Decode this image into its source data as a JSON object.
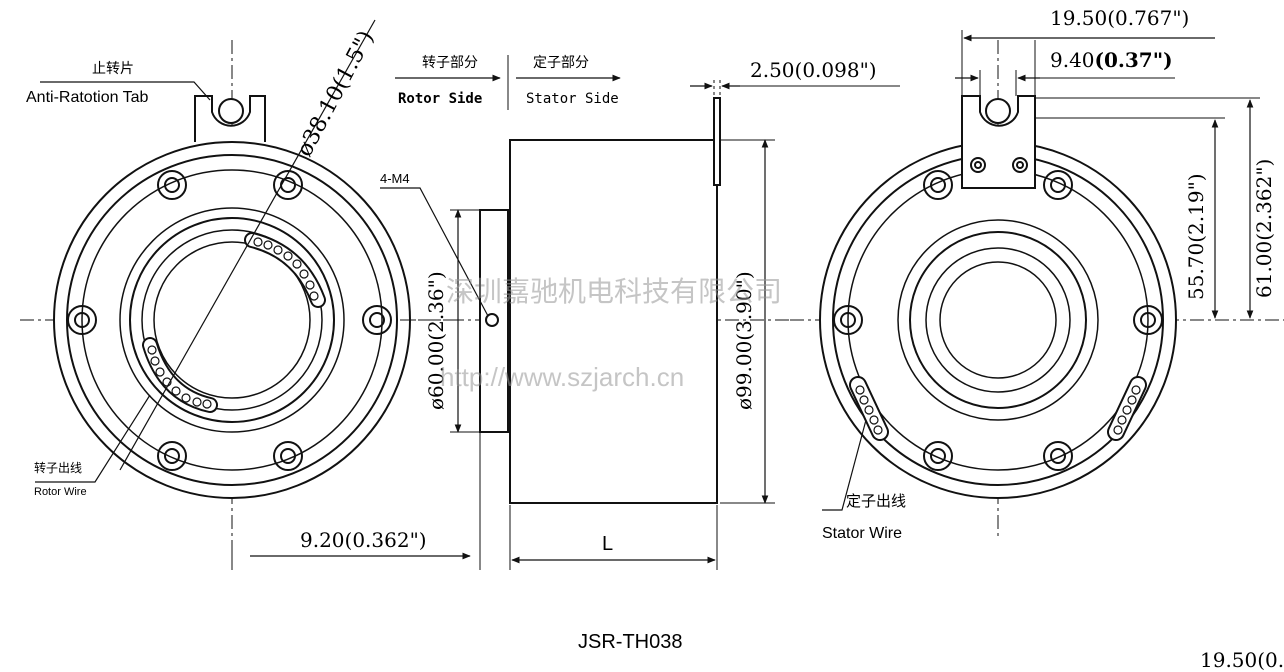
{
  "drawing": {
    "model": "JSR-TH038",
    "watermark_company": "深圳嘉驰机电科技有限公司",
    "watermark_url": "http://www.szjarch.cn"
  },
  "labels": {
    "anti_rotation_tab_cn": "止转片",
    "anti_rotation_tab_en": "Anti-Ratotion Tab",
    "rotor_side_cn": "转子部分",
    "stator_side_cn": "定子部分",
    "rotor_side_en": "Rotor  Side",
    "stator_side_en": "Stator  Side",
    "rotor_wire_cn": "转子出线",
    "rotor_wire_en": "Rotor  Wire",
    "stator_wire_cn": "定子出线",
    "stator_wire_en": "Stator  Wire",
    "thread": "4-M4",
    "length": "L"
  },
  "dimensions": {
    "bore": "ø38.10(1.5\")",
    "tab_thickness": "2.50(0.098\")",
    "flange_od": "ø60.00(2.36\")",
    "body_od": "ø99.00(3.90\")",
    "flange_width": "9.20(0.362\")",
    "tab_width": "19.50(0.767\")",
    "tab_slot": "9.40",
    "tab_slot_in": "(0.37\")",
    "center_to_tab": "55.70(2.19\")",
    "center_to_tab_top": "61.00(2.362\")",
    "cut_off_dim": "19.50(0."
  },
  "colors": {
    "line": "#111111",
    "fill": "#ffffff",
    "watermark": "#9a9a9a"
  }
}
